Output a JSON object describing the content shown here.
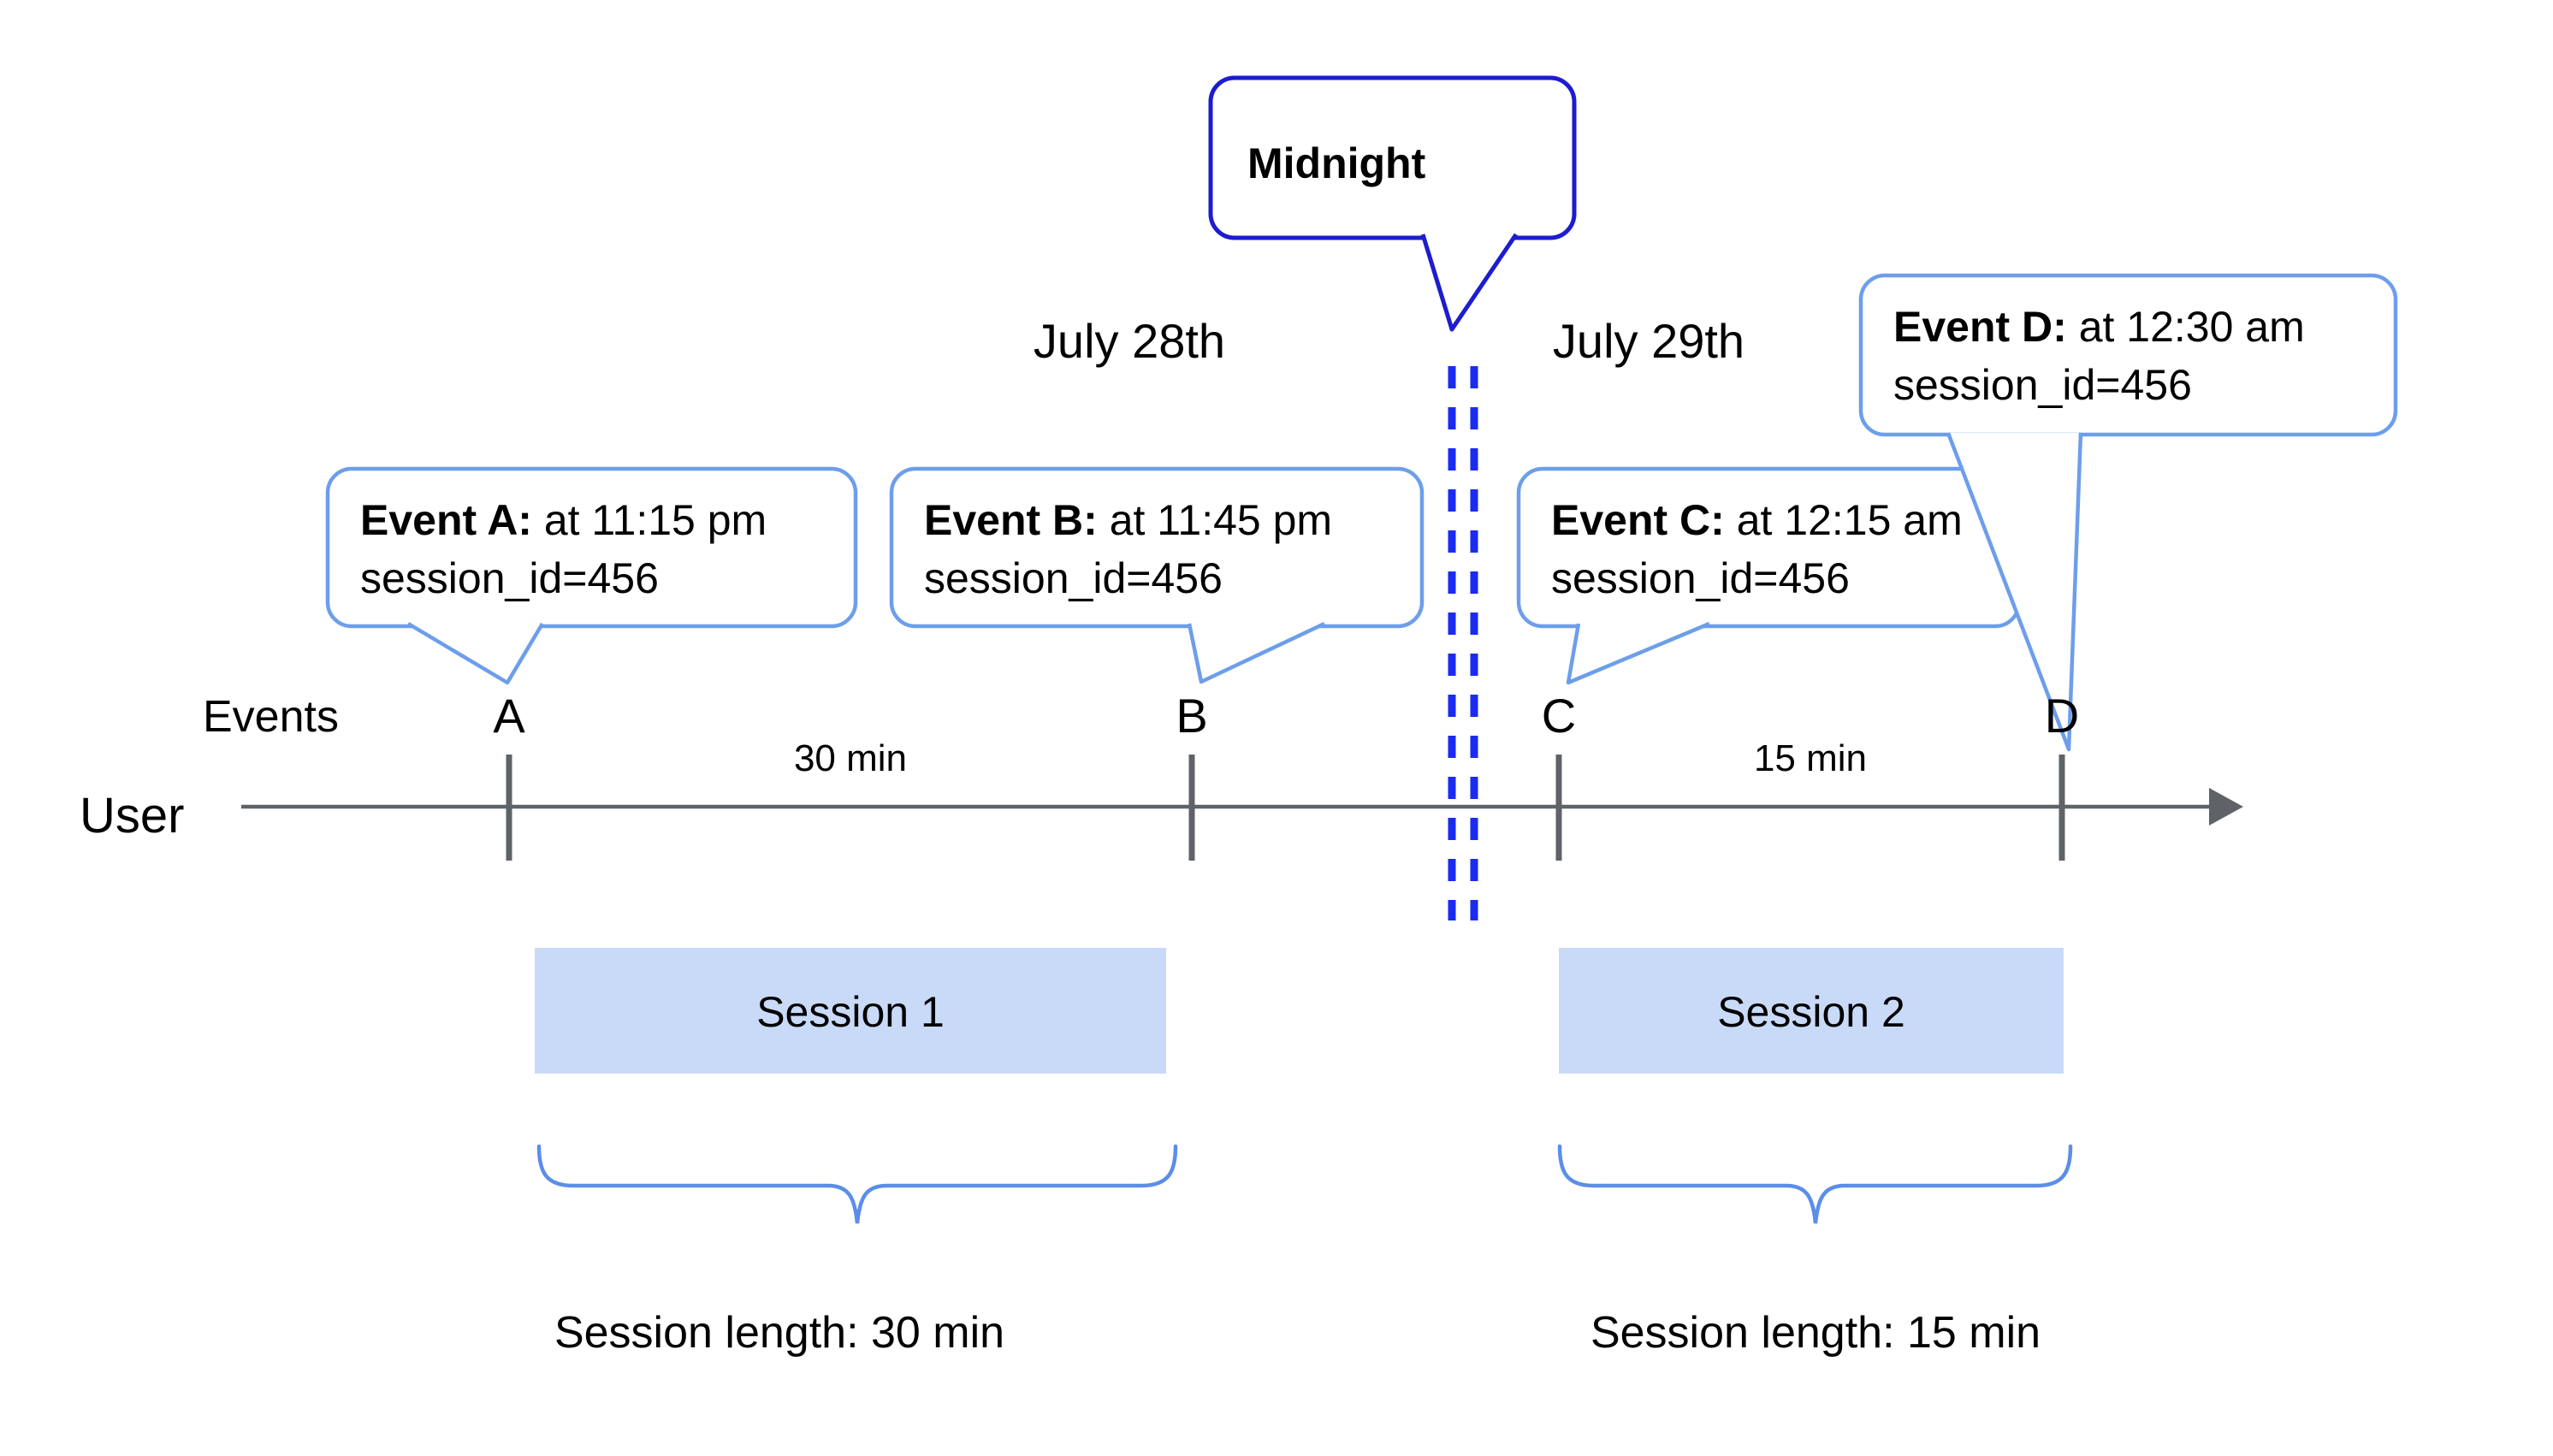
{
  "callouts": {
    "midnight": {
      "label": "Midnight"
    },
    "events": [
      {
        "point_label": "A",
        "name": "Event A:",
        "time": " at 11:15 pm",
        "session": "session_id=456"
      },
      {
        "point_label": "B",
        "name": "Event B:",
        "time": " at 11:45 pm",
        "session": "session_id=456"
      },
      {
        "point_label": "C",
        "name": "Event C:",
        "time": " at 12:15 am",
        "session": "session_id=456"
      },
      {
        "point_label": "D",
        "name": "Event D:",
        "time": " at 12:30 am",
        "session": "session_id=456"
      }
    ]
  },
  "dates": {
    "before_midnight": "July 28th",
    "after_midnight": "July 29th"
  },
  "timeline": {
    "events_row_label": "Events",
    "user_row_label": "User",
    "intervals": [
      {
        "label": "30 min"
      },
      {
        "label": "15 min"
      }
    ]
  },
  "sessions": [
    {
      "name": "Session 1",
      "length": "Session length: 30 min"
    },
    {
      "name": "Session 2",
      "length": "Session length: 15 min"
    }
  ],
  "colors": {
    "event_bubble_border": "#6d9eeb",
    "midnight_bubble_border": "#1d1ccf",
    "midnight_dash_line": "#1b2bef",
    "session_box_fill": "#c9daf8",
    "brace": "#5b8ee8",
    "timeline_gray": "#5f6368",
    "text": "#000000"
  }
}
